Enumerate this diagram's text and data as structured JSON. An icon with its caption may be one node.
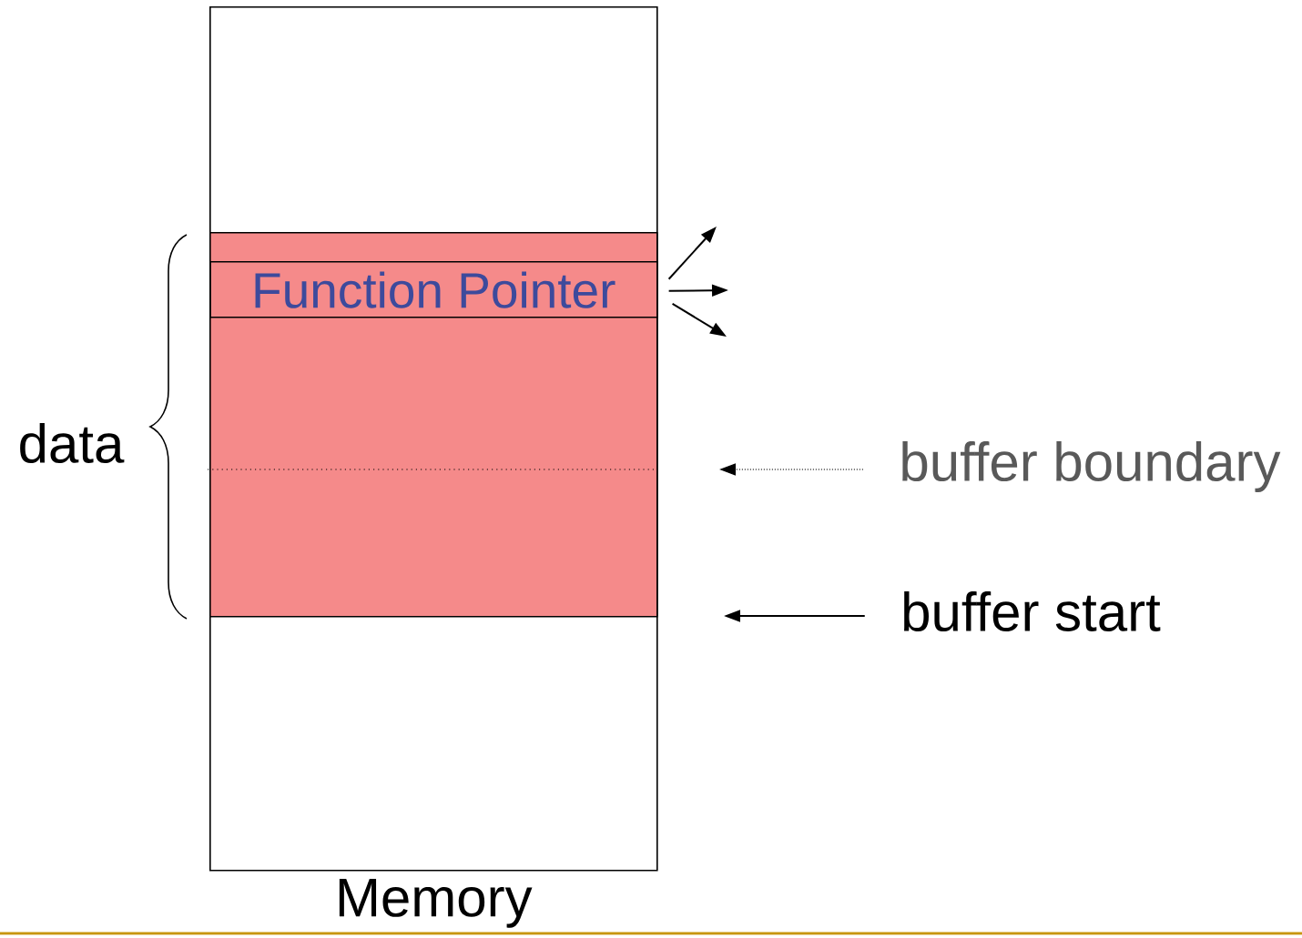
{
  "diagram": {
    "nodes": [
      {
        "text": [
          "Memory"
        ]
      },
      {
        "text": [],
        "shape": "box",
        "in": 0
      },
      {
        "text": [
          "Function Pointer"
        ],
        "in": 1
      },
      {
        "text": [
          "buffer boundary"
        ]
      },
      {
        "text": [
          "buffer start"
        ]
      }
    ],
    "edges": [
      {
        "from": 2,
        "to": null,
        "arrow": "to"
      },
      {
        "from": 2,
        "to": null,
        "arrow": "to"
      },
      {
        "from": 2,
        "to": null,
        "arrow": "to"
      },
      {
        "from": 3,
        "to": null,
        "arrow": "to",
        "style": "dashed"
      },
      {
        "from": 4,
        "to": null,
        "arrow": "to"
      }
    ],
    "labels": [
      "data"
    ]
  }
}
